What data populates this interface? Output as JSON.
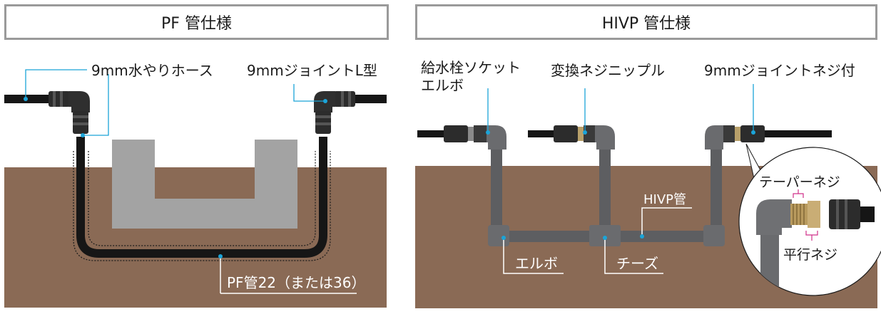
{
  "left_panel": {
    "title": "PF 管仕様",
    "labels": {
      "hose": "9mm水やりホース",
      "joint_l": "9mmジョイントL型",
      "pf_pipe": "PF管22（または36）"
    }
  },
  "right_panel": {
    "title": "HIVP 管仕様",
    "labels": {
      "socket_elbow_line1": "給水栓ソケット",
      "socket_elbow_line2": "エルボ",
      "nipple": "変換ネジニップル",
      "joint_screw": "9mmジョイントネジ付",
      "hivp_pipe": "HIVP管",
      "elbow": "エルボ",
      "tee": "チーズ",
      "taper_screw": "テーパーネジ",
      "parallel_screw": "平行ネジ"
    }
  },
  "colors": {
    "soil": "#8a6a55",
    "concrete": "#a3a3a3",
    "pipe_black": "#161616",
    "pipe_gray": "#5d5e61",
    "leader_cyan": "#1ba4d8",
    "frame_gray": "#9a9a9a"
  }
}
